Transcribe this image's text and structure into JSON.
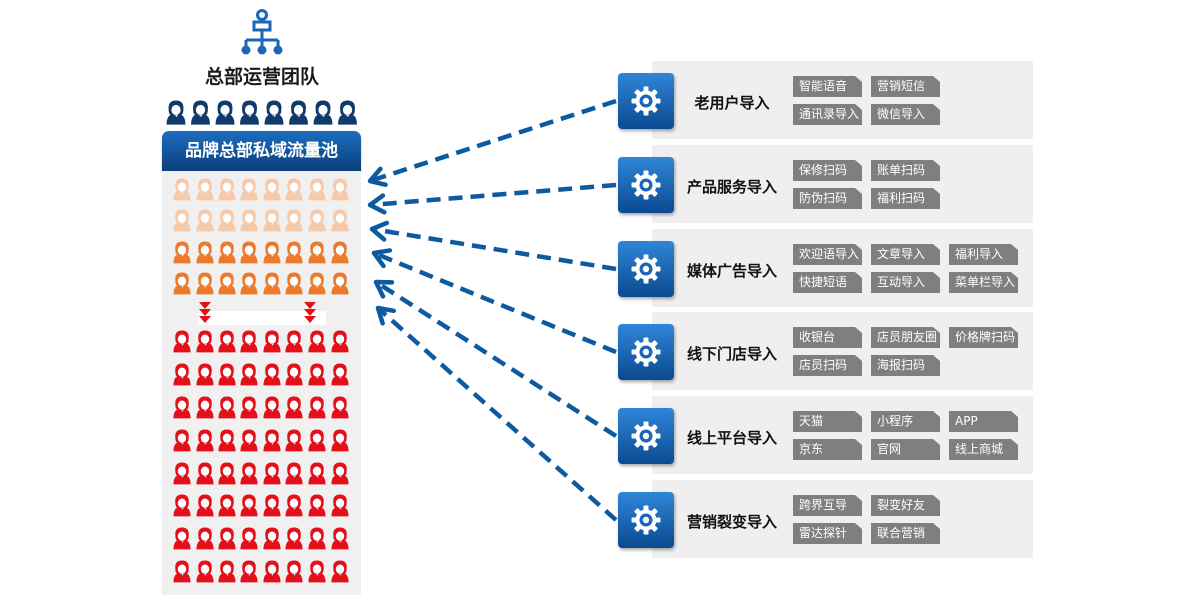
{
  "team_title": "总部运营团队",
  "pool_title": "品牌总部私域流量池",
  "icons": {
    "org": "org-chart-icon",
    "gear": "gear-icon",
    "person": "person-icon",
    "arrow": "down-arrow-icon"
  },
  "colors": {
    "brand_blue": "#0b4a91",
    "arrow_blue": "#0d5aa0",
    "person_navy": "#0f3a6b",
    "person_pale": "#f6c9a8",
    "person_orange": "#ec7a2a",
    "person_red": "#e3101a",
    "tag_gray": "#7f7f7f"
  },
  "sources": [
    {
      "label": "老用户导入",
      "tags": [
        "智能语音",
        "营销短信",
        "通讯录导入",
        "微信导入"
      ]
    },
    {
      "label": "产品服务导入",
      "tags": [
        "保修扫码",
        "账单扫码",
        "防伪扫码",
        "福利扫码"
      ]
    },
    {
      "label": "媒体广告导入",
      "tags": [
        "欢迎语导入",
        "文章导入",
        "福利导入",
        "快捷短语",
        "互动导入",
        "菜单栏导入"
      ]
    },
    {
      "label": "线下门店导入",
      "tags": [
        "收银台",
        "店员朋友圈",
        "价格牌扫码",
        "店员扫码",
        "海报扫码"
      ]
    },
    {
      "label": "线上平台导入",
      "tags": [
        "天猫",
        "小程序",
        "APP",
        "京东",
        "官网",
        "线上商城"
      ]
    },
    {
      "label": "营销裂变导入",
      "tags": [
        "跨界互导",
        "裂变好友",
        "雷达探针",
        "联合营销"
      ]
    }
  ]
}
